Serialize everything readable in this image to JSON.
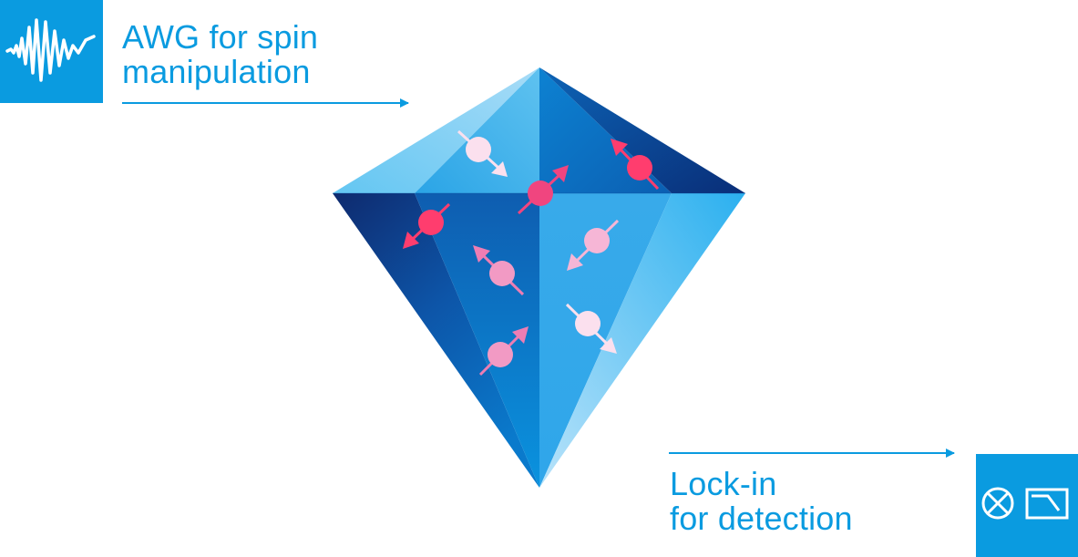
{
  "awg": {
    "label_line1": "AWG for spin",
    "label_line2": "manipulation",
    "icon": "waveform-icon"
  },
  "lockin": {
    "label_line1": "Lock-in",
    "label_line2": "for detection",
    "icon": "mixer-filter-icon"
  },
  "colors": {
    "accent": "#0a9be0",
    "spin_bright": "#ff3d6e",
    "spin_soft": "#f6a2c9",
    "spin_pale": "#fbe0ee"
  }
}
